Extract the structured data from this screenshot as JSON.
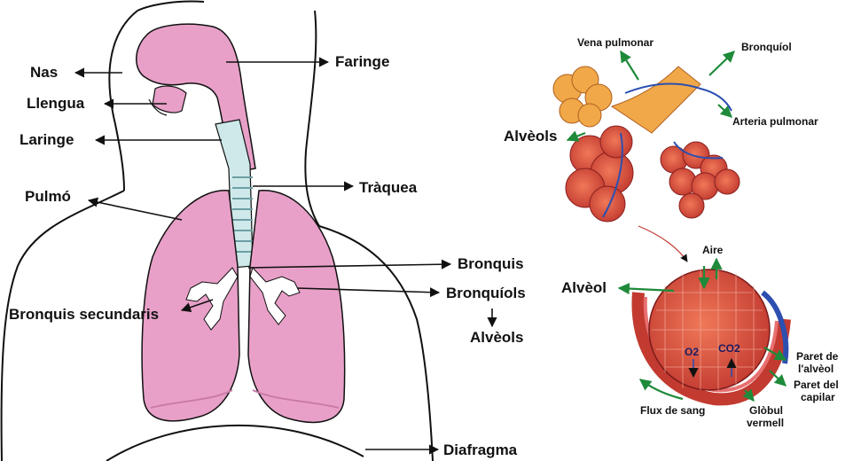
{
  "left_labels": {
    "nas": "Nas",
    "llengua": "Llengua",
    "laringe": "Laringe",
    "pulmo": "Pulmó",
    "bronquis_secundaris": "Bronquis secundaris",
    "faringe": "Faringe",
    "traquea": "Tràquea",
    "bronquis": "Bronquis",
    "bronquiols": "Bronquíols",
    "alveols": "Alvèols",
    "diafragma": "Diafragma"
  },
  "right_labels": {
    "vena_pulmonar": "Vena pulmonar",
    "bronquiol": "Bronquíol",
    "arteria_pulmonar": "Arteria pulmonar",
    "alveols_top": "Alvèols",
    "alveol": "Alvèol",
    "aire": "Aire",
    "o2": "O2",
    "co2": "CO2",
    "paret_alveol_1": "Paret de",
    "paret_alveol_2": "l'alvèol",
    "paret_capilar_1": "Paret del",
    "paret_capilar_2": "capilar",
    "flux_sang": "Flux de sang",
    "globul_1": "Glòbul",
    "globul_2": "vermell"
  },
  "colors": {
    "lung_pink": "#e8a0c8",
    "lung_dark": "#d98ab8",
    "trachea": "#cfe9ea",
    "arrow_black": "#111111",
    "arrow_green": "#1e8a3a",
    "alveoli_red": "#d9484a",
    "alveoli_orange": "#f0a848",
    "vein_blue": "#2c4fb0"
  }
}
